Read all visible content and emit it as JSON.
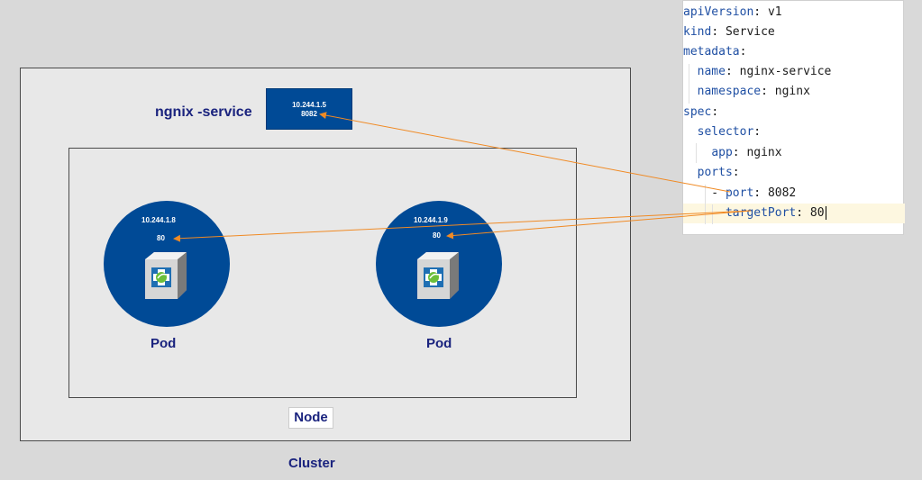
{
  "service": {
    "name": "ngnix -service",
    "ip": "10.244.1.5",
    "port": "8082"
  },
  "pods": [
    {
      "ip": "10.244.1.8",
      "port": "80",
      "caption": "Pod"
    },
    {
      "ip": "10.244.1.9",
      "port": "80",
      "caption": "Pod"
    }
  ],
  "node_label": "Node",
  "cluster_label": "Cluster",
  "yaml": {
    "lines": [
      {
        "key": "apiVersion",
        "value": "v1"
      },
      {
        "key": "kind",
        "value": "Service"
      },
      {
        "key": "metadata",
        "value": ""
      },
      {
        "key": "name",
        "value": "nginx-service"
      },
      {
        "key": "namespace",
        "value": "nginx"
      },
      {
        "key": "spec",
        "value": ""
      },
      {
        "key": "selector",
        "value": ""
      },
      {
        "key": "app",
        "value": "nginx"
      },
      {
        "key": "ports",
        "value": ""
      },
      {
        "key": "port",
        "value": "8082"
      },
      {
        "key": "targetPort",
        "value": "80"
      }
    ]
  },
  "colors": {
    "pod_blue": "#004a96",
    "arrow_orange": "#f08a24",
    "label_navy": "#1a237e"
  }
}
